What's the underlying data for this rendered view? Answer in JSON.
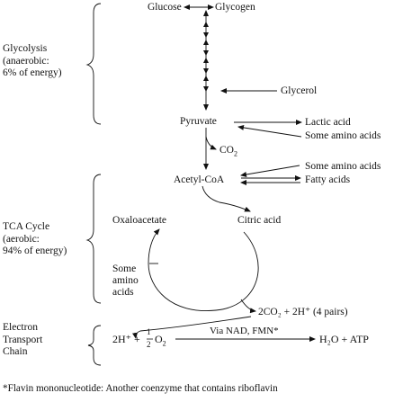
{
  "sections": {
    "glycolysis": [
      "Glycolysis",
      "(anaerobic:",
      "6% of energy)"
    ],
    "tca": [
      "TCA Cycle",
      "(aerobic:",
      "94% of energy)"
    ],
    "etc": [
      "Electron",
      "Transport",
      "Chain"
    ]
  },
  "nodes": {
    "glucose": "Glucose",
    "glycogen": "Glycogen",
    "glycerol": "Glycerol",
    "pyruvate": "Pyruvate",
    "lactic_acid": "Lactic acid",
    "some_amino_acids_1": "Some amino acids",
    "co2": "CO",
    "co2_sub": "2",
    "acetyl_coa": "Acetyl-CoA",
    "some_amino_acids_2": "Some amino acids",
    "fatty_acids": "Fatty acids",
    "oxaloacetate": "Oxaloacetate",
    "citric_acid": "Citric acid",
    "some_amino_acids_cycle": [
      "Some",
      "amino",
      "acids"
    ],
    "tca_output": "2CO₂ + 2H⁺ (4 pairs)",
    "etc_left": "2H⁺ +",
    "half_num": "1",
    "half_den": "2",
    "o2": "O",
    "o2_sub": "2",
    "via": "Via NAD, FMN*",
    "etc_right": "H₂O + ATP"
  },
  "footnote": "*Flavin mononucleotide: Another coenzyme that contains riboflavin"
}
